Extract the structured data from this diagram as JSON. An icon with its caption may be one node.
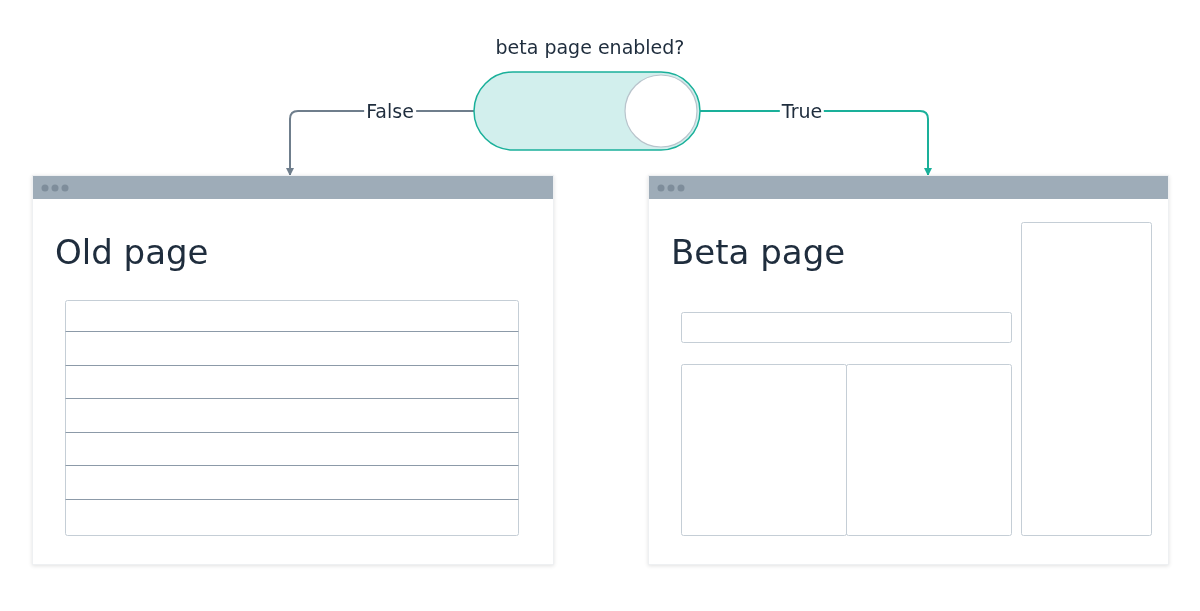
{
  "diagram": {
    "nodes": [
      {
        "text": [
          "beta page enabled?"
        ]
      },
      {
        "text": [
          "Old page"
        ]
      },
      {
        "text": [
          "Beta page"
        ]
      }
    ],
    "edges": [
      {
        "from": 0,
        "to": 1,
        "arrow": "to",
        "label": "False"
      },
      {
        "from": 0,
        "to": 2,
        "arrow": "to",
        "label": "True",
        "color": "#1ab09a"
      }
    ]
  }
}
